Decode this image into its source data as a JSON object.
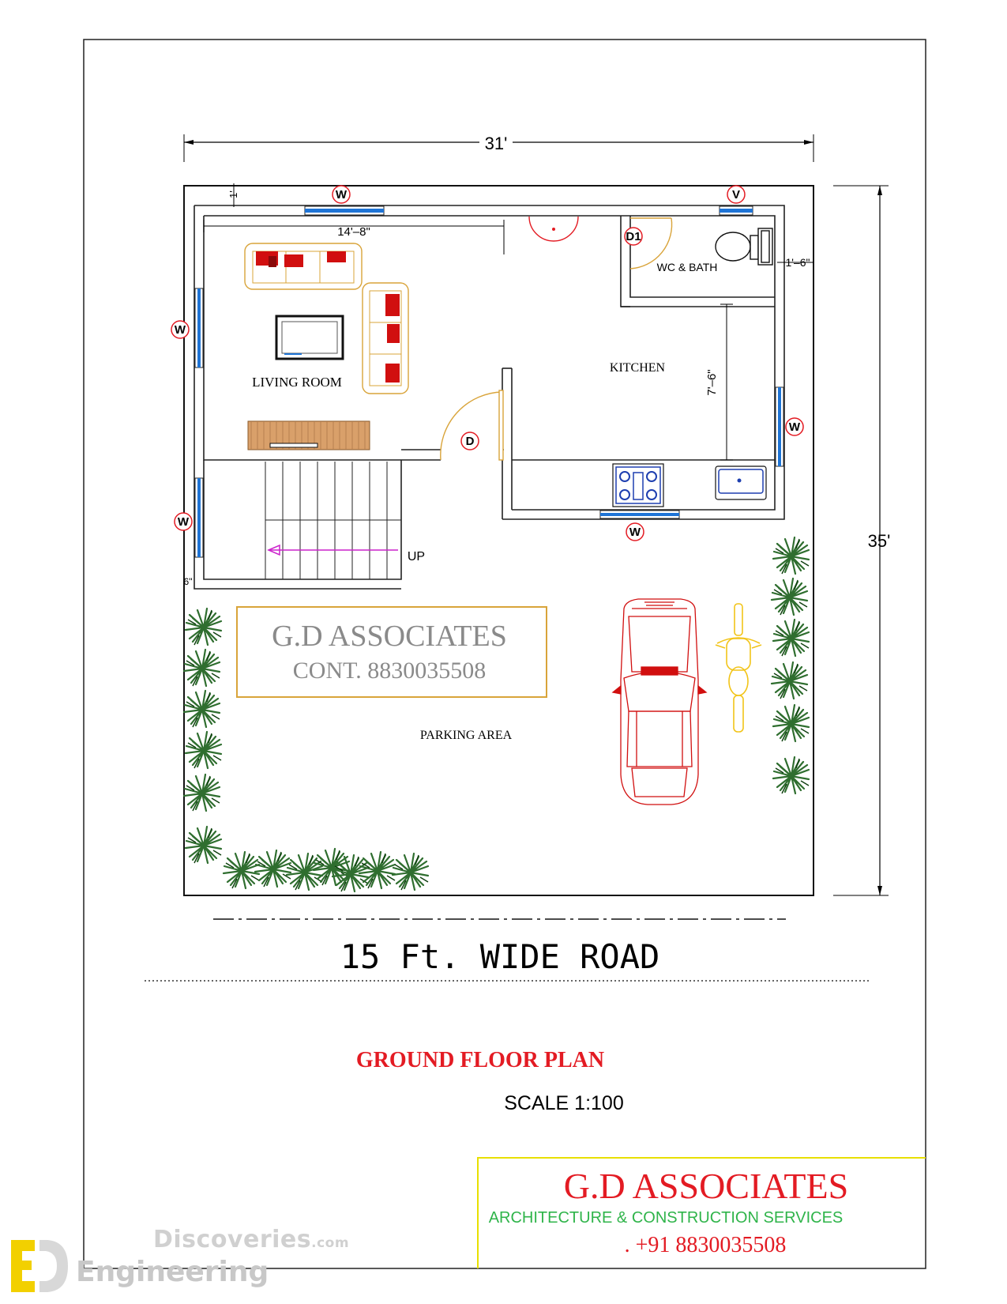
{
  "dimensions": {
    "width_total": "31'",
    "depth_total": "35'",
    "wall_thickness": "1'",
    "living_width": "14'–8\"",
    "bath_width": "1'–6\"",
    "kitchen_depth": "7'–6\"",
    "stair_offset": "6\""
  },
  "tags": {
    "window": "W",
    "ventilator": "V",
    "door": "D",
    "door_bath": "D1"
  },
  "rooms": {
    "living": "LIVING ROOM",
    "kitchen": "KITCHEN",
    "bath": "WC & BATH",
    "parking": "PARKING  AREA",
    "stairs_up": "UP"
  },
  "stamp": {
    "name": "G.D ASSOCIATES",
    "contact": "CONT. 8830035508"
  },
  "road": "15  Ft.  WIDE  ROAD",
  "plan_title": "GROUND  FLOOR PLAN",
  "scale": "SCALE  1:100",
  "title_block": {
    "name": "G.D ASSOCIATES",
    "tagline": "ARCHITECTURE  &  CONSTRUCTION  SERVICES",
    "phone": ". +91 8830035508"
  },
  "watermark": {
    "line1": "Discoveries",
    "line1_suffix": ".com",
    "line2": "Engineering"
  },
  "colors": {
    "title_red": "#e31b23",
    "tagline_green": "#2fb44a",
    "window_blue": "#1e74d6",
    "furniture_red": "#d10f0f",
    "stamp_border": "#d9a43a",
    "bike_yellow": "#f2c418",
    "stair_arrow": "#cc22cc",
    "plant_green": "#2f7a2f"
  }
}
